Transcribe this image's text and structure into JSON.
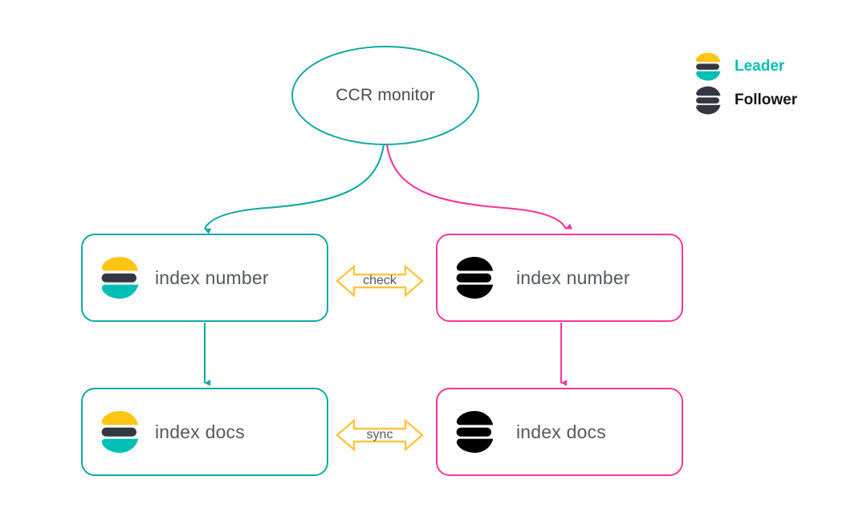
{
  "diagram": {
    "title_node": {
      "label": "CCR monitor",
      "shape": "ellipse",
      "role": "leader"
    },
    "nodes": [
      {
        "id": "leader-index-number",
        "label": "index number",
        "role": "leader",
        "logo": "elastic-logo-color"
      },
      {
        "id": "follower-index-number",
        "label": "index number",
        "role": "follower",
        "logo": "elastic-logo-black"
      },
      {
        "id": "leader-index-docs",
        "label": "index docs",
        "role": "leader",
        "logo": "elastic-logo-color"
      },
      {
        "id": "follower-index-docs",
        "label": "index docs",
        "role": "follower",
        "logo": "elastic-logo-black"
      }
    ],
    "connectors": [
      {
        "id": "monitor-to-leader",
        "from": "CCR monitor",
        "to": "index number (leader)",
        "style": "curved-arrow",
        "color": "#0FA9A0"
      },
      {
        "id": "monitor-to-follower",
        "from": "CCR monitor",
        "to": "index number (follower)",
        "style": "curved-arrow",
        "color": "#F8369B"
      },
      {
        "id": "leader-down",
        "from": "index number (leader)",
        "to": "index docs (leader)",
        "style": "straight-arrow",
        "color": "#0FA9A0"
      },
      {
        "id": "follower-down",
        "from": "index number (follower)",
        "to": "index docs (follower)",
        "style": "straight-arrow",
        "color": "#F8369B"
      }
    ],
    "bidirectional": [
      {
        "id": "check-arrow",
        "label": "check",
        "color": "#FFC53D"
      },
      {
        "id": "sync-arrow",
        "label": "sync",
        "color": "#FFC53D"
      }
    ]
  },
  "legend": {
    "items": [
      {
        "label": "Leader",
        "color": "#00BFB3",
        "logo": "elastic-logo-color"
      },
      {
        "label": "Follower",
        "color": "#111318",
        "logo": "elastic-logo-dark"
      }
    ]
  },
  "colors": {
    "leader_teal": "#0FA9A0",
    "follower_pink": "#F8369B",
    "elastic_yellow": "#FEC514",
    "elastic_teal": "#00BFB3",
    "elastic_dark": "#343741",
    "arrow_yellow": "#FFC53D",
    "text_gray": "#54585f",
    "background": "#ffffff"
  }
}
